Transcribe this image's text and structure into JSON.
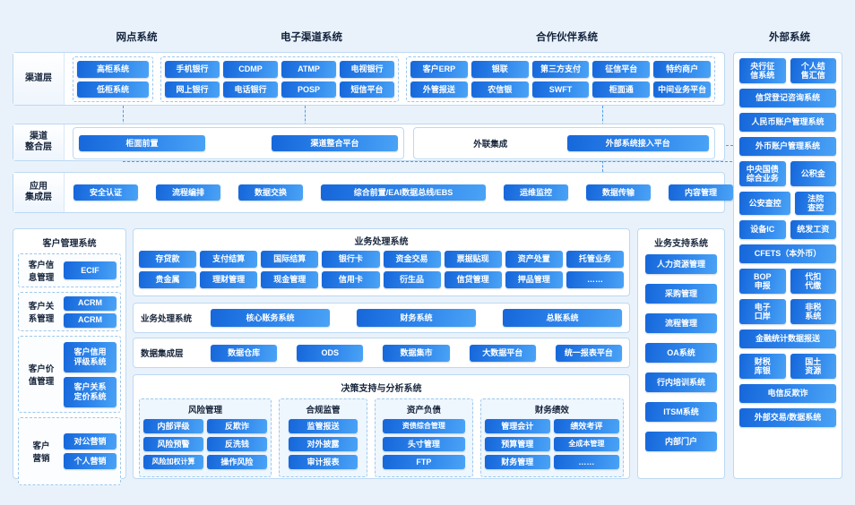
{
  "column_headers": [
    {
      "label": "网点系统"
    },
    {
      "label": "电子渠道系统"
    },
    {
      "label": "合作伙伴系统"
    },
    {
      "label": "外部系统"
    }
  ],
  "layers": [
    {
      "name": "channel",
      "label": "渠道层"
    },
    {
      "name": "channel-integration",
      "label": "渠道\n整合层"
    },
    {
      "name": "app-integration",
      "label": "应用\n集成层"
    }
  ],
  "channel_layer": {
    "branch_group": [
      "高柜系统",
      "低柜系统"
    ],
    "echannel_group": [
      "手机银行",
      "CDMP",
      "ATMP",
      "电视银行",
      "网上银行",
      "电话银行",
      "POSP",
      "短信平台"
    ],
    "partner_group": [
      "客户ERP",
      "银联",
      "第三方支付",
      "征信平台",
      "特约商户",
      "外管报送",
      "农信银",
      "SWFT",
      "柜面通",
      "中间业务平台"
    ]
  },
  "channel_integration_layer": {
    "left_panel": [
      "柜面前置",
      "渠道整合平台"
    ],
    "right_panel": [
      "外联集成",
      "外部系统接入平台"
    ]
  },
  "app_integration_layer": {
    "items": [
      "安全认证",
      "流程编排",
      "数据交换",
      "综合前置/EAI数据总线/EBS",
      "运维监控",
      "数据传输",
      "内容管理"
    ]
  },
  "customer_mgmt": {
    "title": "客户管理系统",
    "groups": [
      {
        "label": "客户信\n息管理",
        "items": [
          "ECIF"
        ]
      },
      {
        "label": "客户关\n系管理",
        "items": [
          "ACRM",
          "ACRM"
        ]
      },
      {
        "label": "客户价\n值管理",
        "items": [
          "客户信用\n评级系统",
          "客户关系\n定价系统"
        ]
      },
      {
        "label": "客户\n营销",
        "items": [
          "对公营销",
          "个人营销"
        ]
      }
    ]
  },
  "business_processing": {
    "title": "业务处理系统",
    "items": [
      "存贷款",
      "支付结算",
      "国际结算",
      "银行卡",
      "资金交易",
      "票据贴现",
      "资产处置",
      "托管业务",
      "贵金属",
      "理财管理",
      "现金管理",
      "信用卡",
      "衍生品",
      "信贷管理",
      "押品管理",
      "……"
    ],
    "core_row": {
      "label": "业务处理系统",
      "items": [
        "核心账务系统",
        "财务系统",
        "总账系统"
      ]
    },
    "data_row": {
      "label": "数据集成层",
      "items": [
        "数据仓库",
        "ODS",
        "数据集市",
        "大数据平台",
        "统一报表平台"
      ]
    }
  },
  "decision_support": {
    "title": "决策支持与分析系统",
    "groups": [
      {
        "title": "风险管理",
        "cols": 2,
        "items": [
          "内部评级",
          "反欺诈",
          "风险预警",
          "反洗钱",
          "风险加权计算",
          "操作风险"
        ]
      },
      {
        "title": "合规监管",
        "cols": 1,
        "items": [
          "监管报送",
          "对外披露",
          "审计报表"
        ]
      },
      {
        "title": "资产负债",
        "cols": 1,
        "items": [
          "资债综合管理",
          "头寸管理",
          "FTP"
        ]
      },
      {
        "title": "财务绩效",
        "cols": 2,
        "items": [
          "管理会计",
          "绩效考评",
          "预算管理",
          "全成本管理",
          "财务管理",
          "……"
        ]
      }
    ]
  },
  "business_support": {
    "title": "业务支持系统",
    "items": [
      "人力资源管理",
      "采购管理",
      "流程管理",
      "OA系统",
      "行内培训系统",
      "ITSM系统",
      "内部门户"
    ]
  },
  "external_systems": {
    "rows": [
      {
        "cols": 2,
        "items": [
          "央行征\n信系统",
          "个人结\n售汇信"
        ]
      },
      {
        "cols": 1,
        "items": [
          "信贷登记咨询系统"
        ]
      },
      {
        "cols": 1,
        "items": [
          "人民币账户管理系统"
        ]
      },
      {
        "cols": 1,
        "items": [
          "外币账户管理系统"
        ]
      },
      {
        "cols": 2,
        "items": [
          "中央国债\n综合业务",
          "公积金"
        ]
      },
      {
        "cols": 2,
        "items": [
          "公安查控",
          "法院\n查控"
        ]
      },
      {
        "cols": 2,
        "items": [
          "设备IC",
          "统发工资"
        ]
      },
      {
        "cols": 1,
        "items": [
          "CFETS（本外币）"
        ]
      },
      {
        "cols": 2,
        "items": [
          "BOP\n申报",
          "代扣\n代缴"
        ]
      },
      {
        "cols": 2,
        "items": [
          "电子\n口岸",
          "非税\n系统"
        ]
      },
      {
        "cols": 1,
        "items": [
          "金融统计数据报送"
        ]
      },
      {
        "cols": 2,
        "items": [
          "财税\n库银",
          "国土\n资源"
        ]
      },
      {
        "cols": 1,
        "items": [
          "电信反欺诈"
        ]
      },
      {
        "cols": 1,
        "items": [
          "外部交易/数据系统"
        ]
      }
    ]
  },
  "colors": {
    "background": "#e9f2fb",
    "chip_from": "#1667da",
    "chip_to": "#4aa3f5",
    "panel_border": "#bcd9f3",
    "connector": "#4f9ae8"
  }
}
